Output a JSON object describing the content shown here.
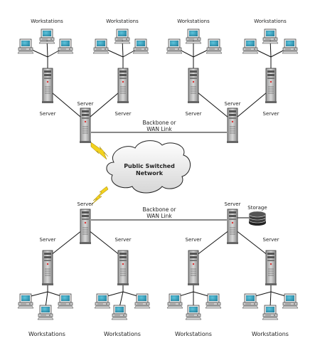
{
  "labels": {
    "workstations": "Workstations",
    "server": "Server",
    "backbone_line1": "Backbone or",
    "backbone_line2": "WAN Link",
    "network_line1": "Public Switched",
    "network_line2": "Network",
    "storage": "Storage"
  }
}
